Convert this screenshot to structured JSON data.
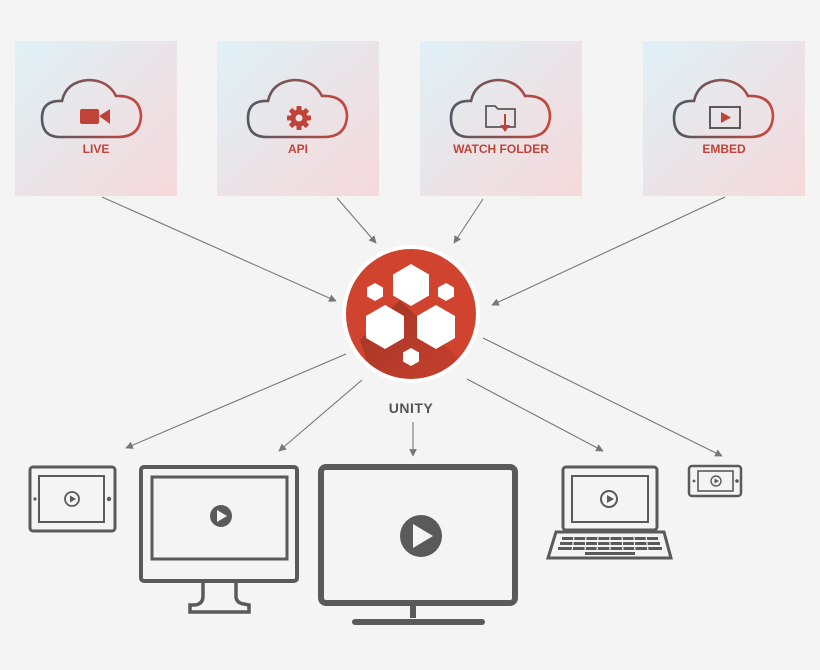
{
  "sources": [
    {
      "label": "LIVE",
      "icon": "video-camera-icon"
    },
    {
      "label": "API",
      "icon": "gear-icon"
    },
    {
      "label": "WATCH FOLDER",
      "icon": "folder-download-icon"
    },
    {
      "label": "EMBED",
      "icon": "play-screen-icon"
    }
  ],
  "hub": {
    "label": "UNITY",
    "icon": "hexagon-cluster-logo"
  },
  "devices": [
    {
      "icon": "tablet-icon"
    },
    {
      "icon": "desktop-monitor-icon"
    },
    {
      "icon": "tv-icon"
    },
    {
      "icon": "laptop-icon"
    },
    {
      "icon": "phone-icon"
    }
  ],
  "colors": {
    "accent": "#d0432f",
    "label_red": "#c0433a",
    "device_stroke": "#5a5a5a",
    "arrow": "#777777"
  }
}
